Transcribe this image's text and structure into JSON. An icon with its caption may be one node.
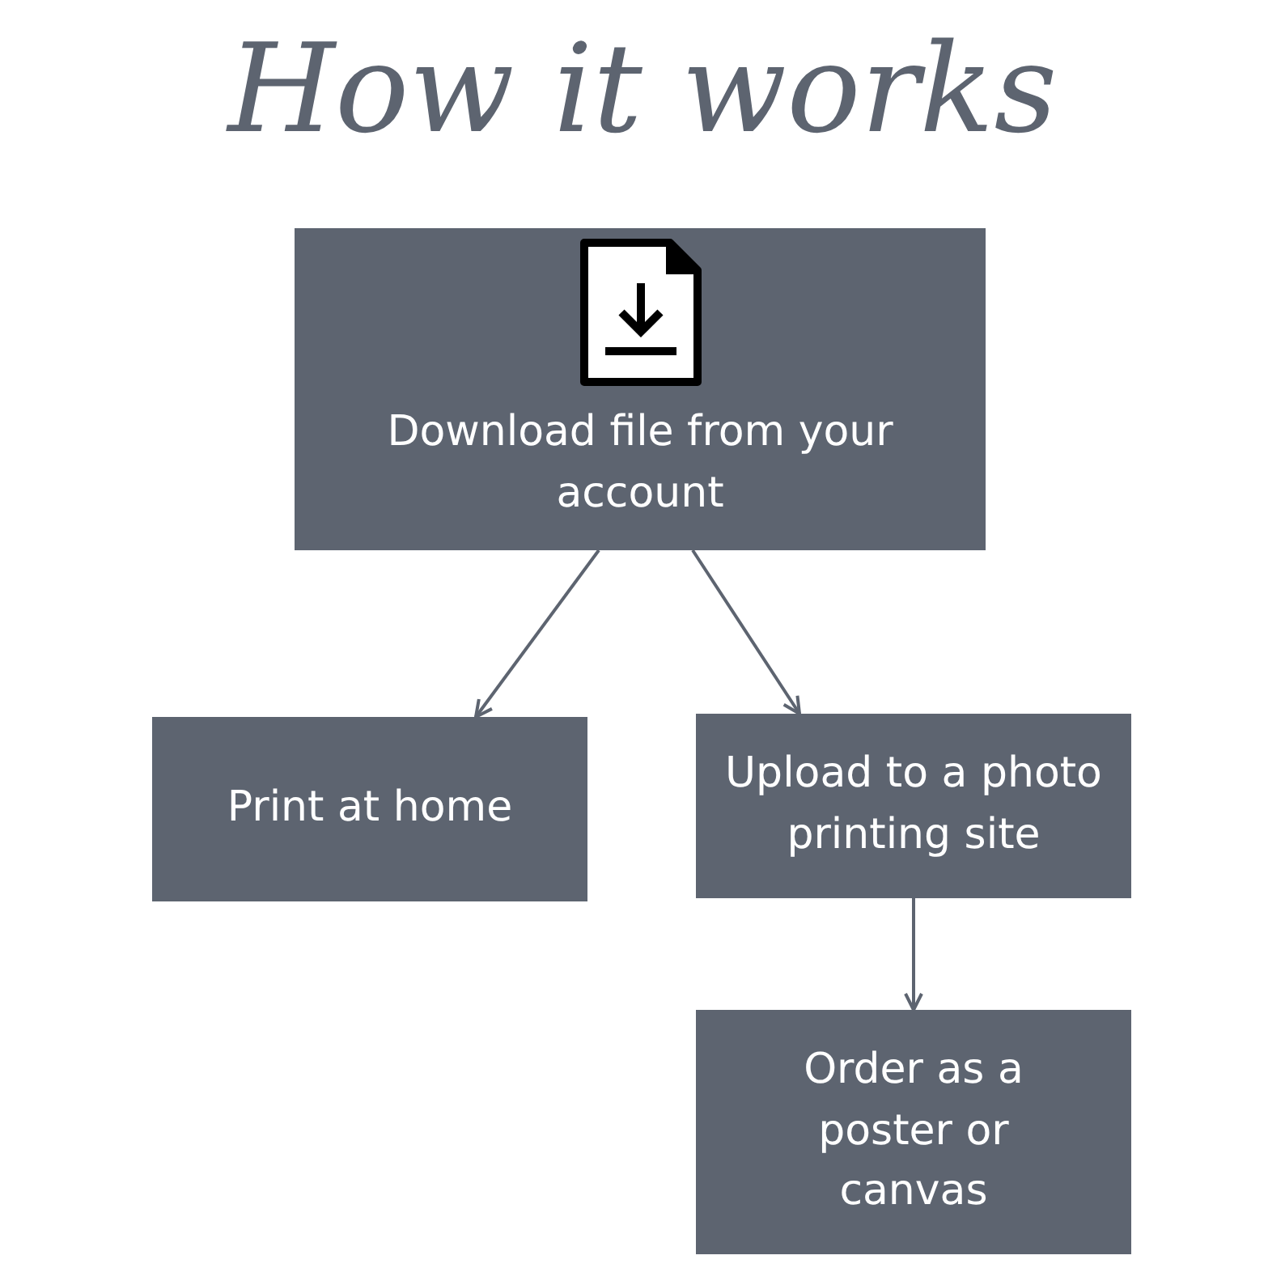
{
  "diagram": {
    "title": "How it works",
    "nodes": [
      {
        "text": [
          "Download file from your account"
        ]
      },
      {
        "text": [
          "Print at home"
        ]
      },
      {
        "text": [
          "Upload to a photo printing site"
        ]
      },
      {
        "text": [
          "Order as a poster or canvas"
        ]
      }
    ],
    "edges": [
      {
        "from": 0,
        "to": 1,
        "arrow": "to"
      },
      {
        "from": 0,
        "to": 2,
        "arrow": "to"
      },
      {
        "from": 2,
        "to": 3,
        "arrow": "to"
      }
    ]
  }
}
